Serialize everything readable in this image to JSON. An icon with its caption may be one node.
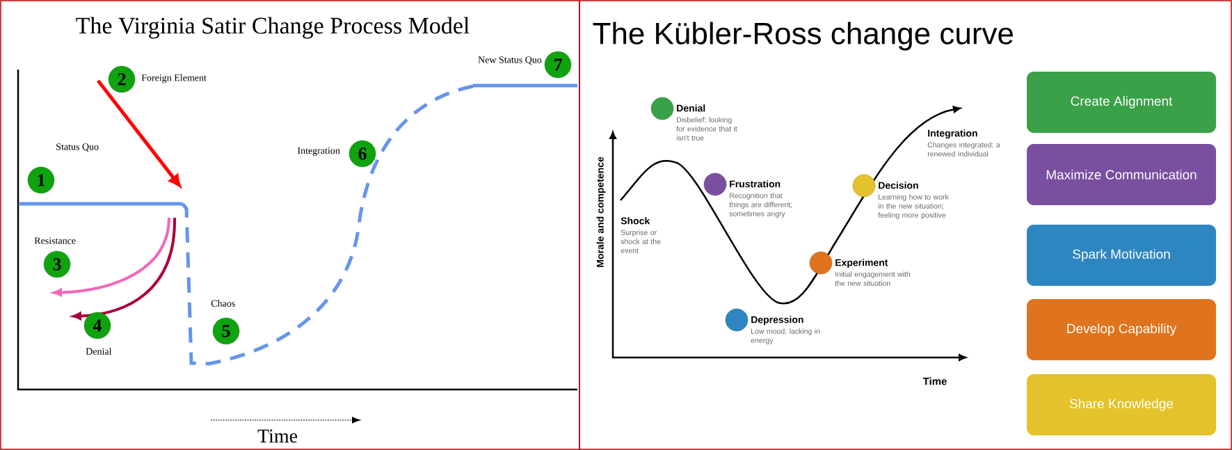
{
  "diagram": {
    "nodes": [
      {
        "text": [
          "1"
        ],
        "beside": [
          "Status Quo"
        ]
      },
      {
        "text": [
          "2"
        ],
        "beside": [
          "Foreign Element"
        ]
      },
      {
        "text": [
          "3"
        ],
        "beside": [
          "Resistance"
        ]
      },
      {
        "text": [
          "4"
        ],
        "beside": [
          "Denial"
        ]
      },
      {
        "text": [
          "5"
        ],
        "beside": [
          "Chaos"
        ]
      },
      {
        "text": [
          "6"
        ],
        "beside": [
          "Integration"
        ]
      },
      {
        "text": [
          "7"
        ],
        "beside": [
          "New Status Quo"
        ]
      },
      {
        "text": [],
        "shape": "circle",
        "beside": [
          "Denial",
          "Disbelief; looking for evidence that it isn't true"
        ]
      },
      {
        "text": [],
        "shape": "circle",
        "beside": [
          "Frustration",
          "Recognition that things are different; sometimes angry"
        ]
      },
      {
        "text": [],
        "shape": "circle",
        "beside": [
          "Depression",
          "Low mood; lacking in energy"
        ]
      },
      {
        "text": [],
        "shape": "circle",
        "beside": [
          "Experiment",
          "Initial engagement with the new situation"
        ]
      },
      {
        "text": [],
        "shape": "circle",
        "beside": [
          "Decision",
          "Learning how to work in the new situation; feeling more positive"
        ]
      },
      {
        "text": [
          "Create Alignment"
        ]
      },
      {
        "text": [
          "Maximize Communication"
        ]
      },
      {
        "text": [
          "Spark Motivation"
        ]
      },
      {
        "text": [
          "Develop Capability"
        ]
      },
      {
        "text": [
          "Share Knowledge"
        ]
      }
    ],
    "labels": [
      "The Virginia Satir Change Process Model",
      "Time",
      "The Kübler-Ross change curve",
      "Morale and competence",
      "Shock",
      "Surprise or shock at the event",
      "Integration",
      "Changes integrated; a renewed individual",
      "Time"
    ]
  }
}
